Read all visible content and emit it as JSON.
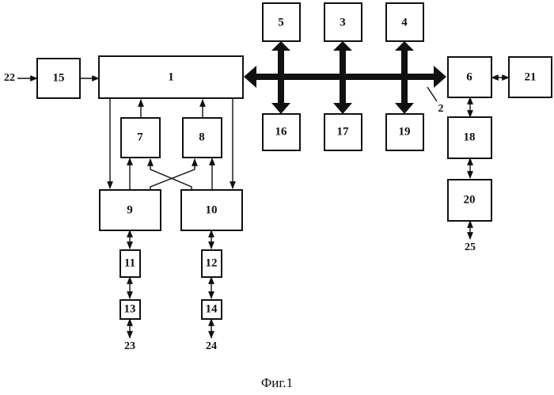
{
  "blocks": {
    "b1": "1",
    "b3": "3",
    "b4": "4",
    "b5": "5",
    "b6": "6",
    "b7": "7",
    "b8": "8",
    "b9": "9",
    "b10": "10",
    "b11": "11",
    "b12": "12",
    "b13": "13",
    "b14": "14",
    "b15": "15",
    "b16": "16",
    "b17": "17",
    "b18": "18",
    "b19": "19",
    "b20": "20",
    "b21": "21"
  },
  "terminals": {
    "t22": "22",
    "t23": "23",
    "t24": "24",
    "t25": "25"
  },
  "bus_label": "2",
  "caption": "Фиг.1"
}
